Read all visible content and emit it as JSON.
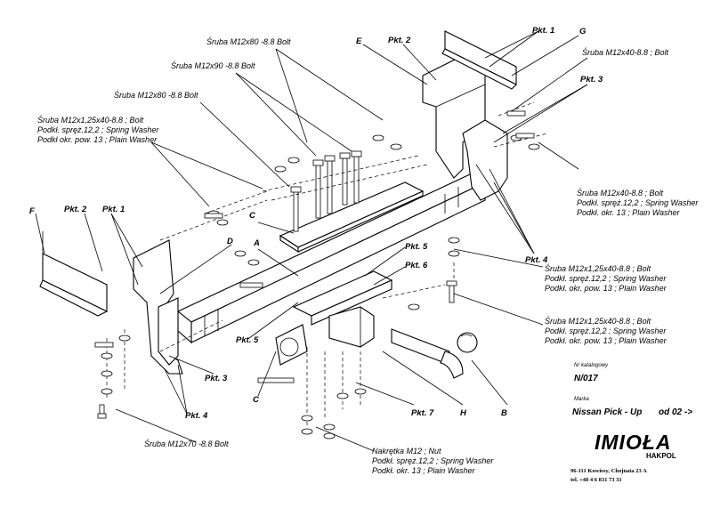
{
  "labels": {
    "bolt_m12x80_top": "Śruba M12x80 -8.8 Bolt",
    "bolt_m12x90": "Śruba M12x90 -8.8 Bolt",
    "bolt_m12x80_mid": "Śruba M12x80 -8.8 Bolt",
    "left_group": [
      "Śruba M12x1,25x40-8.8 ;  Bolt",
      "Podkł. spręż.12,2 ; Spring Washer",
      "Podkł okr. pow. 13 ; Plain Washer"
    ],
    "bolt_m12x40_top": "Śruba M12x40-8.8 ;  Bolt",
    "right_group_1": [
      "Śruba M12x40-8.8 ;  Bolt",
      "Podkł. spręż.12,2 ; Spring Washer",
      "Podkł. okr. 13 ; Plain Washer"
    ],
    "right_group_2": [
      "Śruba M12x1,25x40-8.8 ;  Bolt",
      "Podkł. spręż.12,2 ; Spring Washer",
      "Podkł. okr. pow. 13 ; Plain Washer"
    ],
    "right_group_3": [
      "Śruba M12x1,25x40-8.8 ;  Bolt",
      "Podkł. spręż.12,2 ; Spring Washer",
      "Podkł. okr. pow. 13 ; Plain Washer"
    ],
    "bolt_m12x70": "Śruba M12x70 -8.8 Bolt",
    "nut_group": [
      "Nakrętka  M12 ; Nut",
      "Podkł. spręż.12,2 ; Spring Washer",
      "Podkł. okr. 13 ; Plain Washer"
    ]
  },
  "points": {
    "pkt1_top": "Pkt. 1",
    "pkt2_top": "Pkt. 2",
    "pkt3_top": "Pkt. 3",
    "pkt4_right": "Pkt. 4",
    "pkt2_left": "Pkt. 2",
    "pkt1_left": "Pkt. 1",
    "pkt5_a": "Pkt. 5",
    "pkt6": "Pkt. 6",
    "pkt5_b": "Pkt. 5",
    "pkt3_left": "Pkt. 3",
    "pkt4_left": "Pkt. 4",
    "pkt7": "Pkt. 7"
  },
  "letters": {
    "E": "E",
    "G": "G",
    "C_top": "C",
    "D": "D",
    "A": "A",
    "F": "F",
    "C_bottom": "C",
    "H": "H",
    "B": "B"
  },
  "info": {
    "catalog_label": "Nr katalogowy",
    "catalog_number": "N/017",
    "brand_label": "Marka",
    "model": "Nissan Pick - Up",
    "from": "od  02 ->",
    "logo_main": "IMIOŁA",
    "logo_sub": "HAKPOL",
    "address": "96-111 Kowiesy, Chojnata 23 A",
    "phone": "tel. +48 4 6 831 73 31"
  },
  "colors": {
    "ink": "#000000",
    "logo_red": "#d81e1e"
  }
}
